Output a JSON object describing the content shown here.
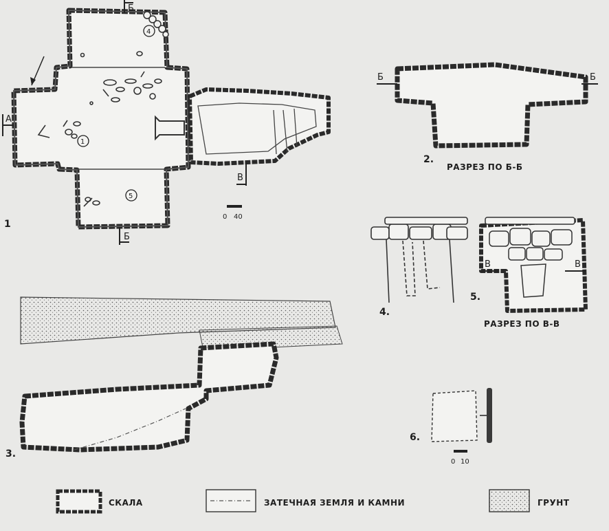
{
  "sections": {
    "bb": "РАЗРЕЗ ПО Б-Б",
    "vv": "РАЗРЕЗ ПО В-В"
  },
  "figures": {
    "f1": "1",
    "f2": "2.",
    "f3": "3.",
    "f4": "4.",
    "f5": "5.",
    "f6": "6."
  },
  "markers": {
    "a": "А",
    "b": "Б",
    "v": "В"
  },
  "finds": [
    "1",
    "4",
    "5"
  ],
  "scales": {
    "plan": [
      "0",
      "40"
    ],
    "small": [
      "0",
      "10"
    ]
  },
  "legend": [
    {
      "label": "СКАЛА"
    },
    {
      "label": "ЗАТЕЧНАЯ ЗЕМЛЯ  И КАМНИ"
    },
    {
      "label": "ГРУНТ"
    }
  ]
}
